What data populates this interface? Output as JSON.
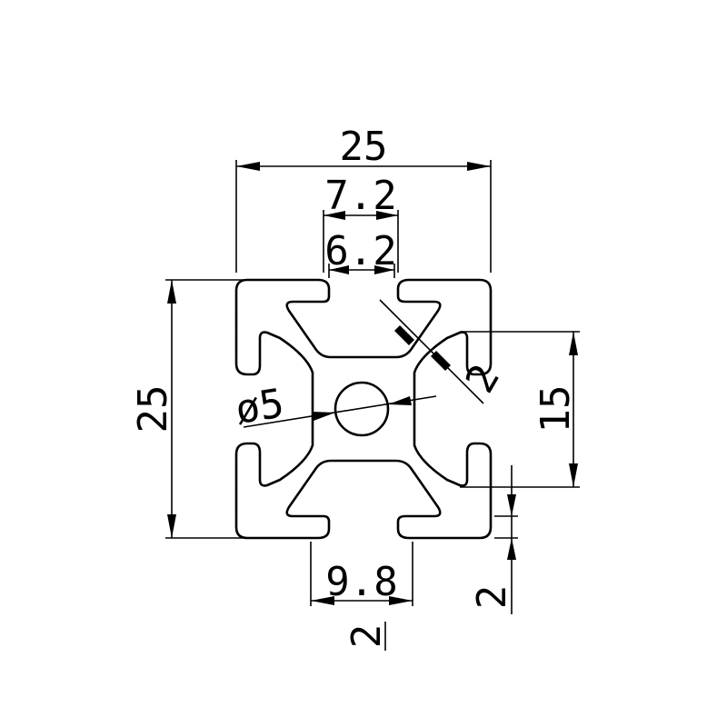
{
  "dimensions": {
    "overall_width": "25",
    "slot_outer_width": "7.2",
    "slot_inner_width": "6.2",
    "overall_height": "25",
    "center_hole": "ø5",
    "corner_wall": "2",
    "slot_spacing": "15",
    "side_wall": "2",
    "bottom_opening": "9.8",
    "bottom_wall": "2"
  },
  "colors": {
    "line": "#000000",
    "background": "#ffffff"
  }
}
